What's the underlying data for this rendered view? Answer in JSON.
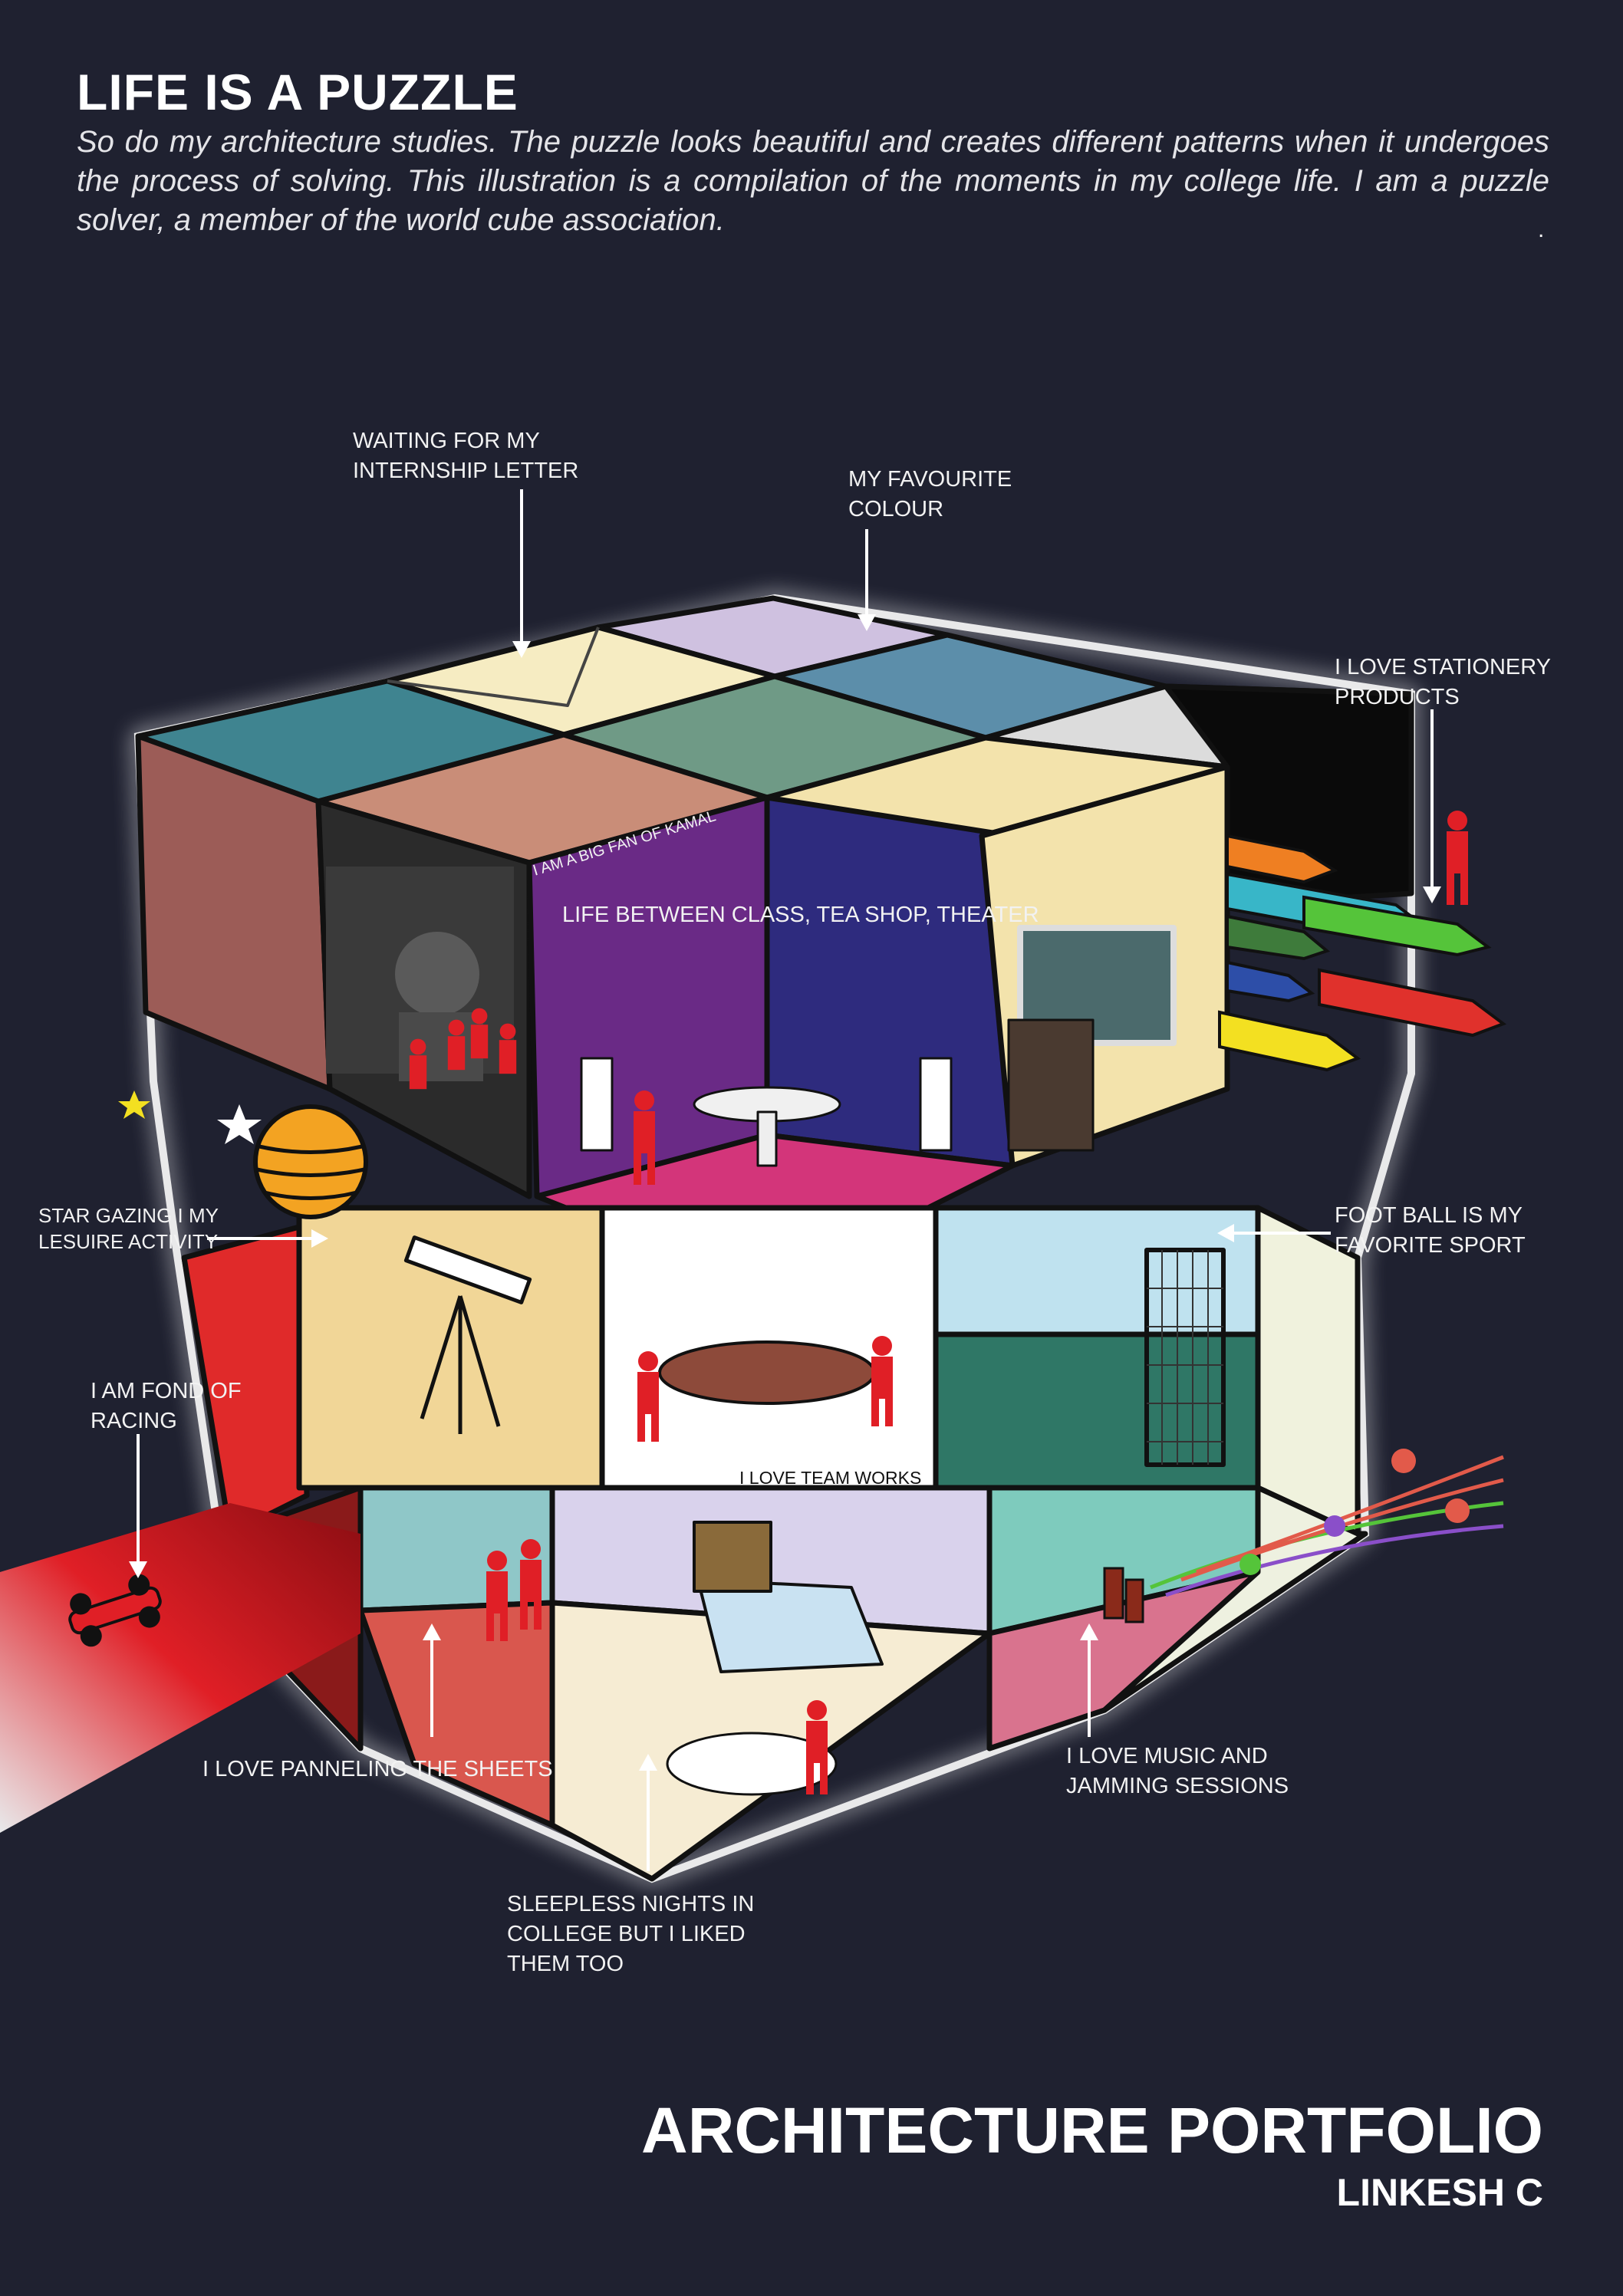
{
  "header": {
    "title": "LIFE IS A PUZZLE",
    "intro": "So do my architecture studies. The puzzle looks beautiful and creates different patterns when it undergoes the process of solving. This illustration is a compilation of the moments in my college life. I am a puzzle solver, a member of the world cube association.",
    "trailing_mark": "."
  },
  "labels": {
    "internship": "WAITING FOR MY\nINTERNSHIP LETTER",
    "colour": "MY FAVOURITE\nCOLOUR",
    "stationery": "I LOVE STATIONERY\nPRODUCTS",
    "kamal": "I AM A BIG FAN OF KAMAL",
    "life_between": "LIFE BETWEEN CLASS, TEA SHOP, THEATER",
    "star_gazing": "STAR GAZING I MY\nLESUIRE ACTIVITY",
    "football": "FOOT BALL IS MY\nFAVORITE SPORT",
    "racing": "I AM FOND OF\nRACING",
    "team_works": "I LOVE TEAM WORKS",
    "panneling": "I LOVE PANNELING THE SHEETS",
    "music": "I LOVE MUSIC AND\nJAMMING SESSIONS",
    "sleepless": "SLEEPLESS NIGHTS IN\nCOLLEGE BUT I LIKED\nTHEM TOO"
  },
  "footer": {
    "title": "ARCHITECTURE PORTFOLIO",
    "name": "LINKESH C"
  },
  "colors": {
    "background": "#1f2130",
    "figure_red": "#e01f26",
    "purple_wall": "#6a2a86",
    "navy_wall": "#2e2b7e",
    "magenta_floor": "#d3357a"
  }
}
